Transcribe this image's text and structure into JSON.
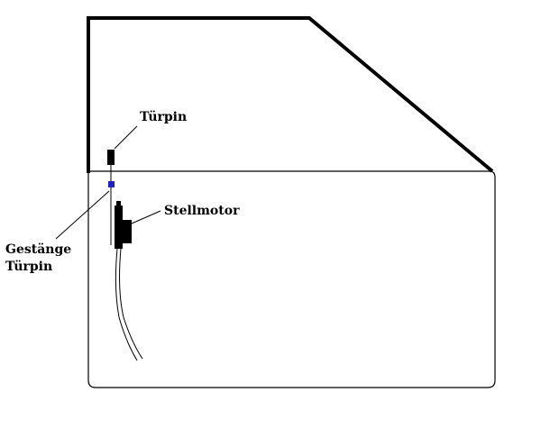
{
  "labels": {
    "door_pin": "Türpin",
    "actuator": "Stellmotor",
    "linkage_line1": "Gestänge",
    "linkage_line2": "Türpin"
  },
  "colors": {
    "stroke": "#000000",
    "background": "#ffffff",
    "joint": "#1f1fcc"
  }
}
